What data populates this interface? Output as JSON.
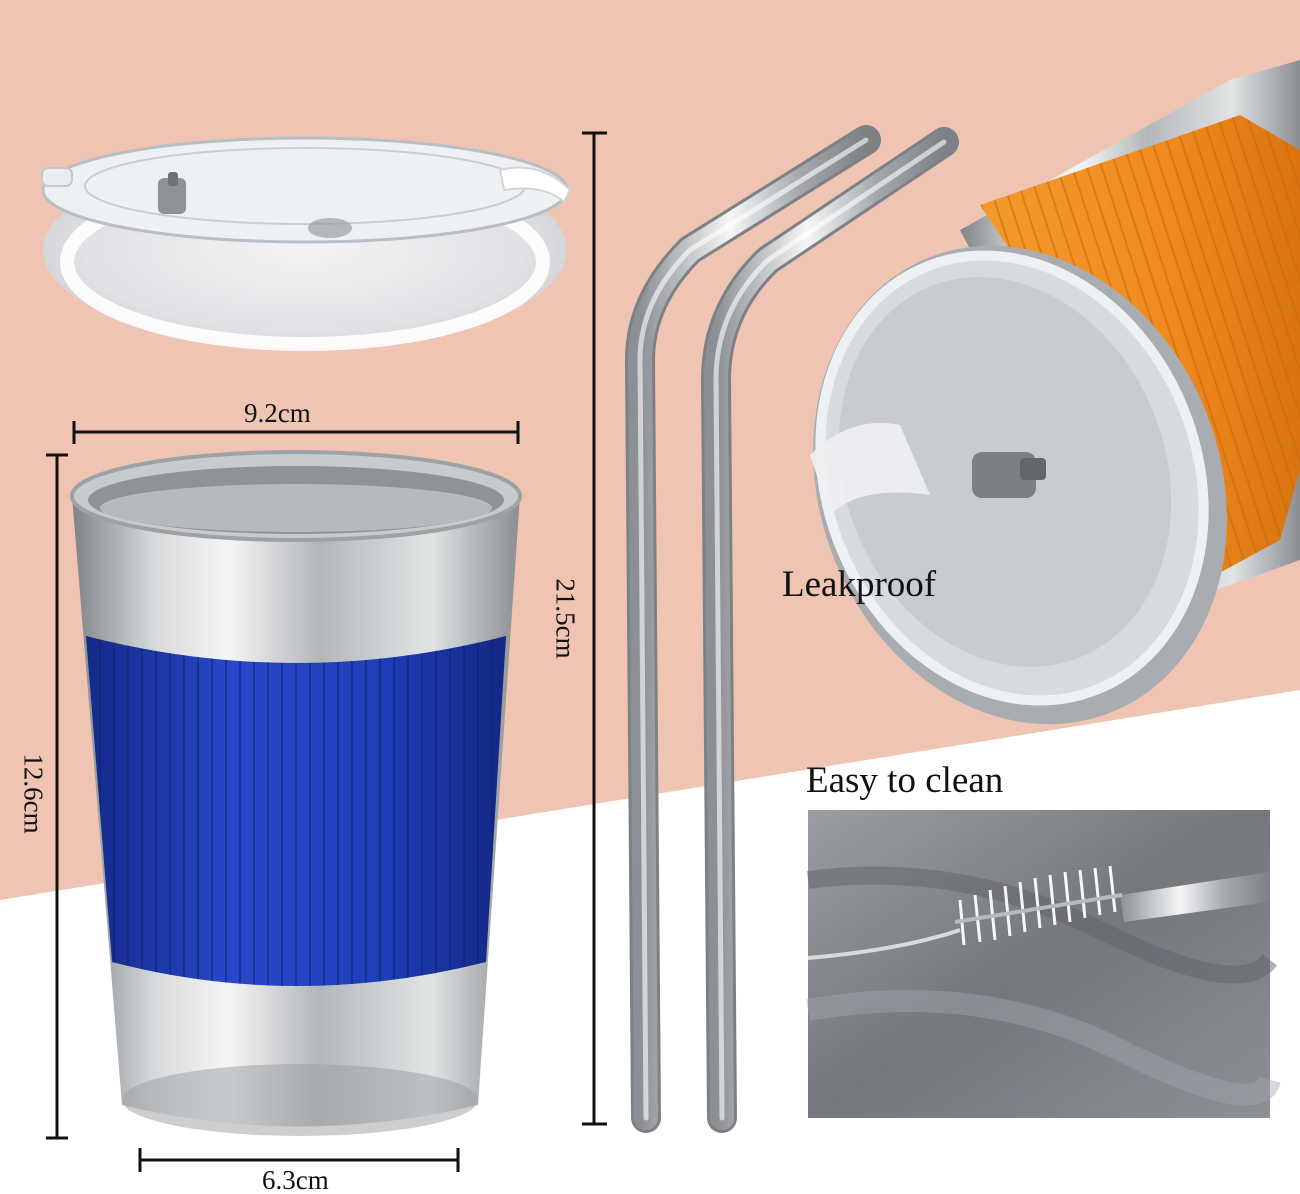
{
  "colors": {
    "background_upper": "#f0c4b2",
    "background_lower": "#ffffff",
    "cup_sleeve": "#1f3fb8",
    "tumbler_sleeve": "#f08a1e",
    "steel": "#b9bcbe",
    "cloth": "#7a7d82"
  },
  "dimensions": {
    "top_width": "9.2cm",
    "bottom_width": "6.3cm",
    "cup_height": "12.6cm",
    "straw_length": "21.5cm"
  },
  "features": {
    "leakproof": "Leakproof",
    "easy_to_clean": "Easy to clean"
  },
  "icons": {
    "lid": "tumbler-lid-photo",
    "cup": "steel-cup-photo",
    "straws": "bent-straws-photo",
    "tumbler": "tumbler-top-photo",
    "brush": "straw-brush-photo"
  }
}
